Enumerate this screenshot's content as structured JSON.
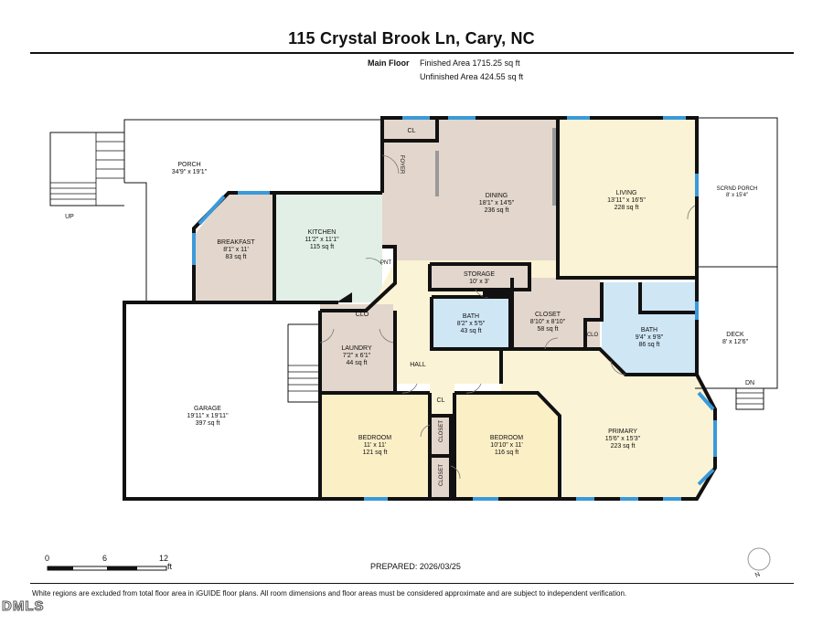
{
  "header": {
    "title": "115 Crystal Brook Ln, Cary, NC",
    "floor_name": "Main Floor",
    "finished_area": "Finished Area 1715.25 sq ft",
    "unfinished_area": "Unfinished Area 424.55 sq ft"
  },
  "rooms": {
    "porch": {
      "name": "PORCH",
      "dims": "34'9\" x 19'1\""
    },
    "up": {
      "name": "UP"
    },
    "breakfast": {
      "name": "BREAKFAST",
      "dims": "8'1\" x 11'",
      "area": "83 sq ft"
    },
    "kitchen": {
      "name": "KITCHEN",
      "dims": "11'2\" x 11'1\"",
      "area": "115 sq ft"
    },
    "pnt": {
      "name": "PNT"
    },
    "cl_top": {
      "name": "CL"
    },
    "foyer": {
      "name": "FOYER"
    },
    "dining": {
      "name": "DINING",
      "dims": "18'1\" x 14'5\"",
      "area": "236 sq ft"
    },
    "living": {
      "name": "LIVING",
      "dims": "13'11\" x 16'5\"",
      "area": "228 sq ft"
    },
    "scrnd_porch": {
      "name": "SCRND PORCH",
      "dims": "8' x 15'4\""
    },
    "storage": {
      "name": "STORAGE",
      "dims": "10' x 3'"
    },
    "bath1": {
      "name": "BATH",
      "dims": "8'2\" x 5'5\"",
      "area": "43 sq ft"
    },
    "closet_mid": {
      "name": "CLOSET",
      "dims": "8'10\" x 8'10\"",
      "area": "58 sq ft"
    },
    "bath2": {
      "name": "BATH",
      "dims": "9'4\" x 9'8\"",
      "area": "86 sq ft"
    },
    "clo_small": {
      "name": "CLO"
    },
    "deck": {
      "name": "DECK",
      "dims": "8' x 12'6\""
    },
    "dn": {
      "name": "DN"
    },
    "garage": {
      "name": "GARAGE",
      "dims": "19'11\" x 19'11\"",
      "area": "397 sq ft"
    },
    "clo_laundry": {
      "name": "CLO"
    },
    "laundry": {
      "name": "LAUNDRY",
      "dims": "7'2\" x 6'1\"",
      "area": "44 sq ft"
    },
    "hall": {
      "name": "HALL"
    },
    "cl_hall": {
      "name": "CL"
    },
    "bedroom1": {
      "name": "BEDROOM",
      "dims": "11' x 11'",
      "area": "121 sq ft"
    },
    "closet_v1": {
      "name": "CLOSET"
    },
    "closet_v2": {
      "name": "CLOSET"
    },
    "bedroom2": {
      "name": "BEDROOM",
      "dims": "10'10\" x 11'",
      "area": "116 sq ft"
    },
    "primary": {
      "name": "PRIMARY",
      "dims": "15'6\" x 15'3\"",
      "area": "223 sq ft"
    }
  },
  "colors": {
    "breakfast": "#e3d6cc",
    "kitchen": "#e1efe6",
    "dining": "#e3d6cc",
    "living": "#fbf3d5",
    "bath": "#cfe6f5",
    "storage": "#e3d6cc",
    "bedroom": "#fbefc6",
    "hall": "#fbf3d5",
    "window": "#3a9ad9",
    "wall": "#111111"
  },
  "scale": {
    "labels": [
      "0",
      "6",
      "12"
    ],
    "unit": "ft"
  },
  "compass": {
    "label": "N"
  },
  "footer": {
    "prepared": "PREPARED: 2026/03/25",
    "disclaimer": "White regions are excluded from total floor area in iGUIDE floor plans. All room dimensions and floor areas must be considered approximate and are subject to independent verification.",
    "logo": "DMLS"
  }
}
